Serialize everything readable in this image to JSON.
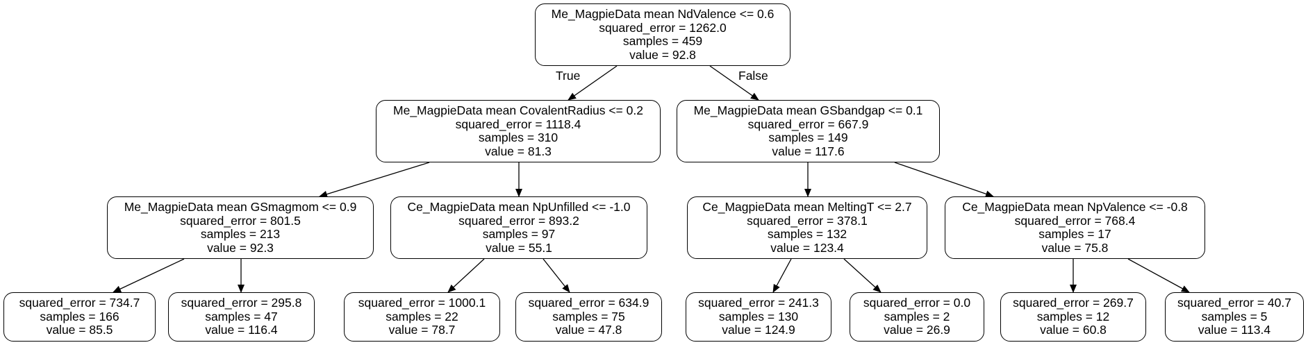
{
  "edge_labels": {
    "left": "True",
    "right": "False"
  },
  "nodes": {
    "root": {
      "split": "Me_MagpieData mean NdValence <= 0.6",
      "squared_error": "squared_error = 1262.0",
      "samples": "samples = 459",
      "value": "value = 92.8"
    },
    "l": {
      "split": "Me_MagpieData mean CovalentRadius <= 0.2",
      "squared_error": "squared_error = 1118.4",
      "samples": "samples = 310",
      "value": "value = 81.3"
    },
    "r": {
      "split": "Me_MagpieData mean GSbandgap <= 0.1",
      "squared_error": "squared_error = 667.9",
      "samples": "samples = 149",
      "value": "value = 117.6"
    },
    "ll": {
      "split": "Me_MagpieData mean GSmagmom <= 0.9",
      "squared_error": "squared_error = 801.5",
      "samples": "samples = 213",
      "value": "value = 92.3"
    },
    "lr": {
      "split": "Ce_MagpieData mean NpUnfilled <= -1.0",
      "squared_error": "squared_error = 893.2",
      "samples": "samples = 97",
      "value": "value = 55.1"
    },
    "rl": {
      "split": "Ce_MagpieData mean MeltingT <= 2.7",
      "squared_error": "squared_error = 378.1",
      "samples": "samples = 132",
      "value": "value = 123.4"
    },
    "rr": {
      "split": "Ce_MagpieData mean NpValence <= -0.8",
      "squared_error": "squared_error = 768.4",
      "samples": "samples = 17",
      "value": "value = 75.8"
    },
    "lll": {
      "squared_error": "squared_error = 734.7",
      "samples": "samples = 166",
      "value": "value = 85.5"
    },
    "llr": {
      "squared_error": "squared_error = 295.8",
      "samples": "samples = 47",
      "value": "value = 116.4"
    },
    "lrl": {
      "squared_error": "squared_error = 1000.1",
      "samples": "samples = 22",
      "value": "value = 78.7"
    },
    "lrr": {
      "squared_error": "squared_error = 634.9",
      "samples": "samples = 75",
      "value": "value = 47.8"
    },
    "rll": {
      "squared_error": "squared_error = 241.3",
      "samples": "samples = 130",
      "value": "value = 124.9"
    },
    "rlr": {
      "squared_error": "squared_error = 0.0",
      "samples": "samples = 2",
      "value": "value = 26.9"
    },
    "rrl": {
      "squared_error": "squared_error = 269.7",
      "samples": "samples = 12",
      "value": "value = 60.8"
    },
    "rrr": {
      "squared_error": "squared_error = 40.7",
      "samples": "samples = 5",
      "value": "value = 113.4"
    }
  }
}
